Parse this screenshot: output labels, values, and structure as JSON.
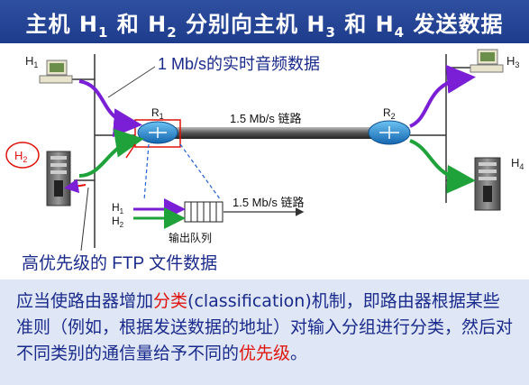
{
  "title": {
    "prefix": "主机 H",
    "h1_sub": "1",
    "mid1": " 和 H",
    "h2_sub": "2",
    "mid2": " 分别向主机 H",
    "h3_sub": "3",
    "mid3": " 和 H",
    "h4_sub": "4",
    "suffix": " 发送数据"
  },
  "diagram": {
    "h1_label": "H",
    "h1_sub": "1",
    "h2_label": "H",
    "h2_sub": "2",
    "h3_label": "H",
    "h3_sub": "3",
    "h4_label": "H",
    "h4_sub": "4",
    "r1_label": "R",
    "r1_sub": "1",
    "r2_label": "R",
    "r2_sub": "2",
    "audio_label": "1 Mb/s的实时音频数据",
    "link_label": "1.5 Mb/s  链路",
    "queue_link_label": "1.5 Mb/s  链路",
    "queue_h1": "H",
    "queue_h1_sub": "1",
    "queue_h2": "H",
    "queue_h2_sub": "2",
    "queue_label": "输出队列",
    "ftp_label": "高优先级的 FTP 文件数据"
  },
  "bottom": {
    "part1": "应当使路由器增加",
    "highlight1": "分类",
    "part2": "(classification)机制，即路由器根据某些准则（例如，根据发送数据的地址）对输入分组进行分类，然后对不同类别的通信量给予不同的",
    "highlight2": "优先级",
    "part3": "。"
  },
  "colors": {
    "title_bg": "#1e3c8c",
    "purple": "#7a1fd6",
    "green": "#1fa23a",
    "red": "#e0140c",
    "router": "#1f8fd6"
  }
}
